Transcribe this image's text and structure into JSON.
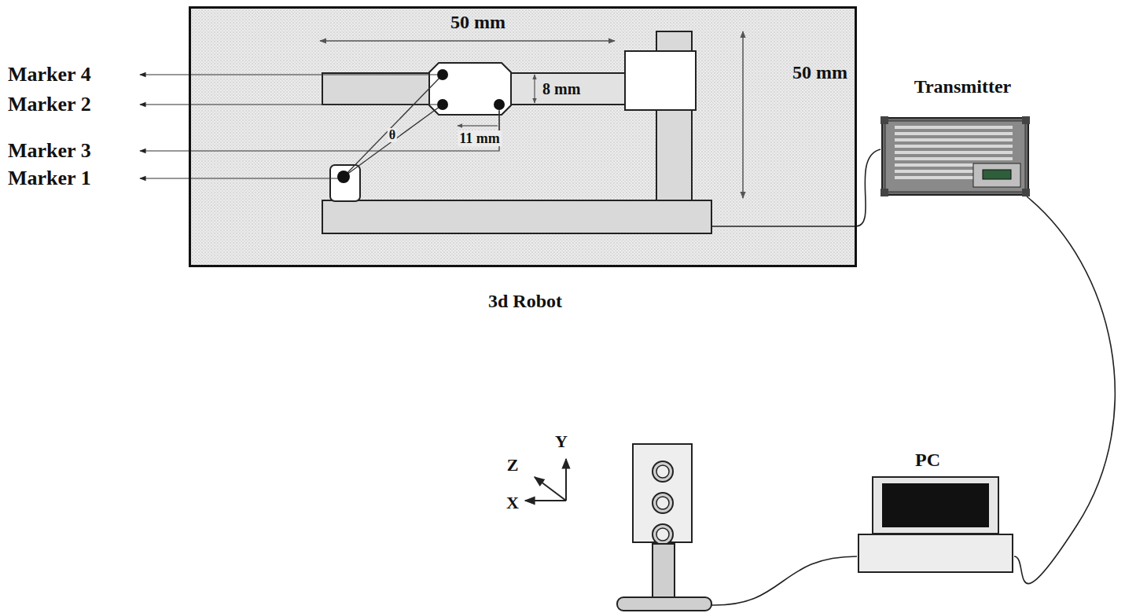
{
  "diagram": {
    "nodes": [
      {
        "text": [
          "3d Robot"
        ]
      },
      {
        "text": [
          "Transmitter"
        ]
      },
      {
        "text": [
          "PC"
        ]
      }
    ],
    "edges": [
      {
        "from": 0,
        "to": 1,
        "arrow": "none"
      },
      {
        "from": 1,
        "to": 2,
        "arrow": "none"
      }
    ],
    "labels": [
      "50 mm",
      "8 mm",
      "11 mm",
      "Marker 4",
      "Marker 2",
      "Marker 3",
      "Marker 1",
      "θ",
      "50 mm",
      "Z",
      "Y",
      "X"
    ]
  }
}
